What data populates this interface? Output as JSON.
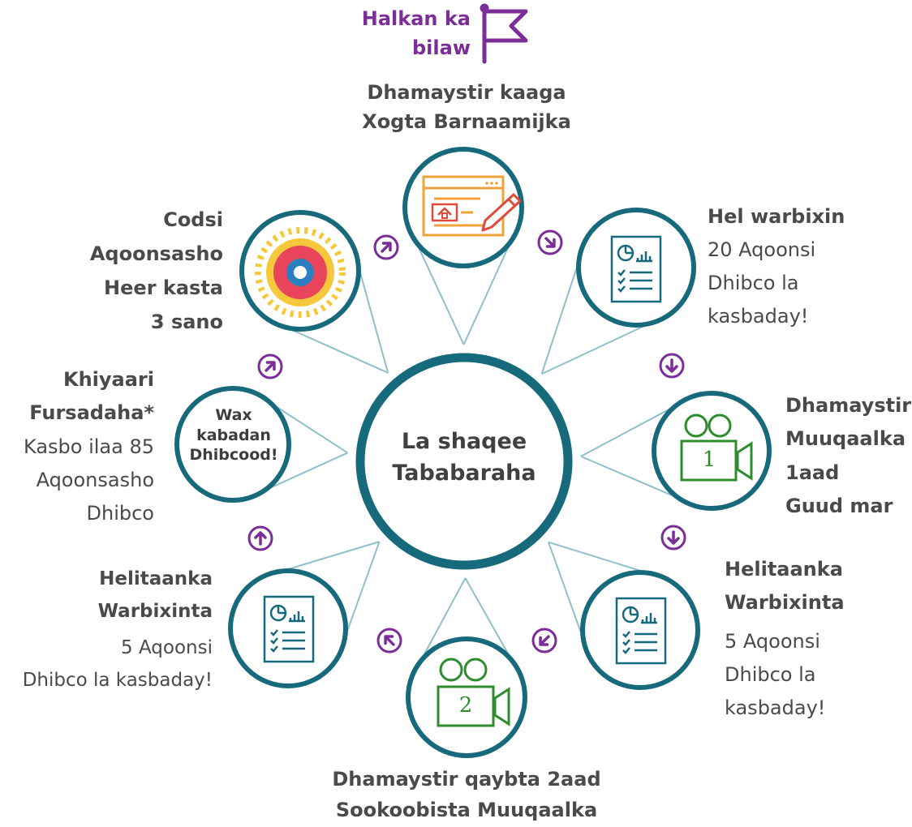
{
  "start": {
    "lines": [
      "Halkan ka",
      "bilaw"
    ]
  },
  "center": {
    "lines": [
      "La shaqee",
      "Tababaraha"
    ]
  },
  "steps": [
    {
      "id": "profile",
      "bold_lines": [
        "Dhamaystir kaaga",
        "Xogta Barnaamijka"
      ],
      "normal_lines": [],
      "icon": "web-form-pencil-icon"
    },
    {
      "id": "report-20",
      "bold_lines": [
        "Hel warbixin"
      ],
      "normal_lines": [
        "20 Aqoonsi",
        "Dhibco la",
        "kasbaday!"
      ],
      "icon": "report-document-icon"
    },
    {
      "id": "video-1",
      "bold_lines": [
        "Dhamaystir",
        "Muuqaalka",
        "1aad",
        "Guud mar"
      ],
      "normal_lines": [],
      "icon": "video-camera-icon",
      "icon_number": "1"
    },
    {
      "id": "report-5-right",
      "bold_lines": [
        "Helitaanka",
        "Warbixinta"
      ],
      "normal_lines": [
        "5 Aqoonsi",
        "Dhibco la",
        "kasbaday!"
      ],
      "icon": "report-document-icon"
    },
    {
      "id": "video-2",
      "bold_lines": [
        "Dhamaystir qaybta 2aad",
        "Sookoobista Muuqaalka"
      ],
      "normal_lines": [],
      "icon": "video-camera-icon",
      "icon_number": "2"
    },
    {
      "id": "report-5-left",
      "bold_lines": [
        "Helitaanka",
        "Warbixinta"
      ],
      "normal_lines": [
        "5 Aqoonsi",
        "Dhibco la kasbaday!"
      ],
      "icon": "report-document-icon"
    },
    {
      "id": "optional",
      "bold_lines": [
        "Khiyaari",
        "Fursadaha*"
      ],
      "normal_lines": [
        "Kasbo ilaa 85",
        "Aqoonsasho",
        "Dhibco"
      ],
      "icon": "text-badge",
      "icon_lines": [
        "Wax",
        "kabadan",
        "Dhibcood!"
      ]
    },
    {
      "id": "certify",
      "bold_lines": [
        "Codsi",
        "Aqoonsasho",
        "Heer kasta",
        "3 sano"
      ],
      "normal_lines": [],
      "icon": "target-badge-icon"
    }
  ],
  "colors": {
    "ring": "#17697c",
    "connector": "#8fbfcb",
    "arrow": "#7b2d99",
    "text": "#4a4a4a",
    "video_green": "#2e8b2e",
    "form_orange": "#f0a33a",
    "form_red": "#e04a3a",
    "target_red": "#e9455a",
    "target_yellow": "#f5c73a",
    "target_blue": "#2b7fc1"
  }
}
